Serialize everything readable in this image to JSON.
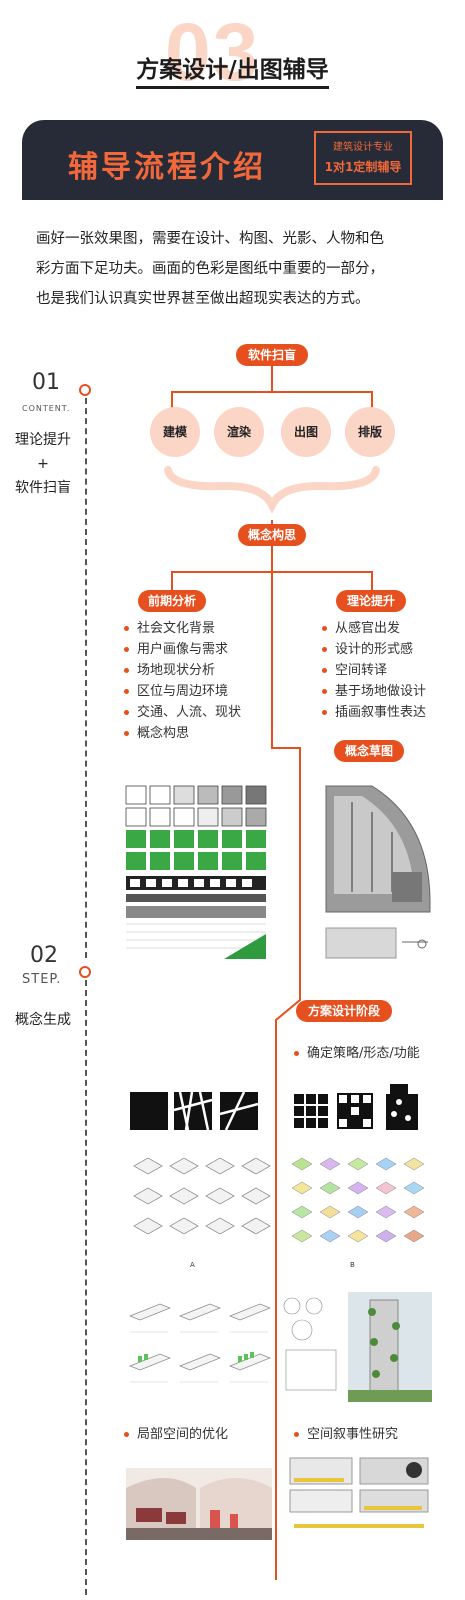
{
  "header": {
    "section_number": "03",
    "title": "方案设计/出图辅导"
  },
  "banner": {
    "title": "辅导流程介绍",
    "badge_line1": "建筑设计专业",
    "badge_line2": "1对1定制辅导"
  },
  "intro": {
    "lines": [
      "画好一张效果图，需要在设计、构图、光影、人物和色",
      "彩方面下足功夫。画面的色彩是图纸中重要的一部分，",
      "也是我们认识真实世界甚至做出超现实表达的方式。"
    ]
  },
  "timeline": {
    "step1": {
      "number": "01",
      "small": "CONTENT.",
      "line1": "理论提升",
      "plus": "+",
      "line2": "软件扫盲"
    },
    "step2": {
      "number": "02",
      "small": "STEP.",
      "line1": "概念生成"
    }
  },
  "flow": {
    "software_pill": "软件扫盲",
    "circles": [
      "建模",
      "渲染",
      "出图",
      "排版"
    ],
    "concept_pill": "概念构思",
    "left_pill": "前期分析",
    "right_pill": "理论提升",
    "left_items": [
      "社会文化背景",
      "用户画像与需求",
      "场地现状分析",
      "区位与周边环境",
      "交通、人流、现状",
      "概念构思"
    ],
    "right_items": [
      "从感官出发",
      "设计的形式感",
      "空间转译",
      "基于场地做设计",
      "插画叙事性表达"
    ],
    "sketch_pill": "概念草图",
    "design_pill": "方案设计阶段",
    "design_bullet": "确定策略/形态/功能",
    "label_a": "A",
    "label_b": "B",
    "bottom_left": "局部空间的优化",
    "bottom_right": "空间叙事性研究"
  },
  "colors": {
    "accent": "#e6501f",
    "dark": "#272b38",
    "peach": "#fbd6c6"
  }
}
